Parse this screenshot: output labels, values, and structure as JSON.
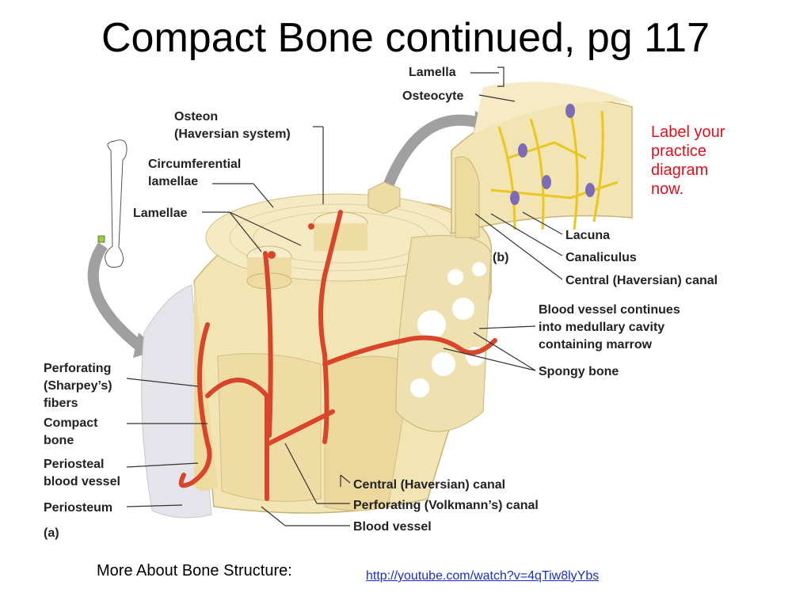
{
  "slide": {
    "title": "Compact Bone continued, pg 117",
    "note_lines": [
      "Label your",
      "practice",
      "diagram",
      "now."
    ],
    "more_label": "More About Bone Structure:",
    "link_text": "http://youtube.com/watch?v=4qTiw8lyYbs"
  },
  "labels": {
    "lamella": "Lamella",
    "osteocyte": "Osteocyte",
    "osteon_1": "Osteon",
    "osteon_2": "(Haversian system)",
    "circ_1": "Circumferential",
    "circ_2": "lamellae",
    "lamellae": "Lamellae",
    "lacuna": "Lacuna",
    "canaliculus": "Canaliculus",
    "central_canal_b": "Central (Haversian) canal",
    "part_b": "(b)",
    "bv_cont_1": "Blood vessel continues",
    "bv_cont_2": "into medullary cavity",
    "bv_cont_3": "containing marrow",
    "spongy": "Spongy bone",
    "perf_1": "Perforating",
    "perf_2": "(Sharpey’s)",
    "perf_3": "fibers",
    "compact_1": "Compact",
    "compact_2": "bone",
    "peri_bv_1": "Periosteal",
    "peri_bv_2": "blood vessel",
    "periosteum": "Periosteum",
    "part_a": "(a)",
    "central_canal_a": "Central (Haversian) canal",
    "volkmann": "Perforating (Volkmann’s) canal",
    "blood_vessel": "Blood vessel"
  },
  "colors": {
    "bone": "#f3e4b3",
    "bone_dark": "#e2cf94",
    "vessel": "#d9452a",
    "osteocyte": "#e8c820",
    "note_text": "#e0101c",
    "link": "#1a2fc7"
  }
}
